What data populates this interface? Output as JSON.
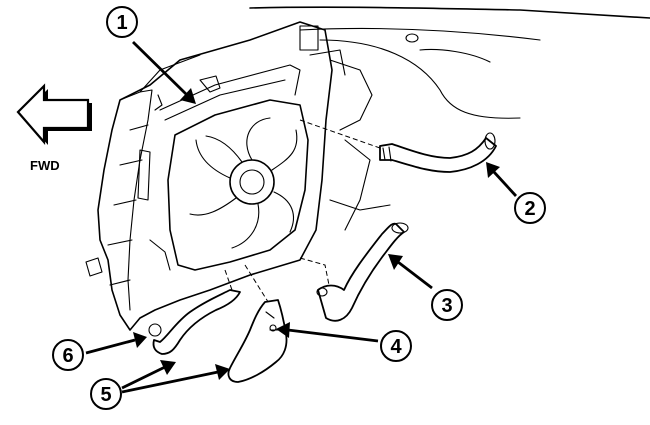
{
  "direction_indicator": {
    "label": "FWD"
  },
  "callouts": [
    {
      "id": "callout-1",
      "number": "1"
    },
    {
      "id": "callout-2",
      "number": "2"
    },
    {
      "id": "callout-3",
      "number": "3"
    },
    {
      "id": "callout-4",
      "number": "4"
    },
    {
      "id": "callout-5",
      "number": "5"
    },
    {
      "id": "callout-6",
      "number": "6"
    }
  ]
}
